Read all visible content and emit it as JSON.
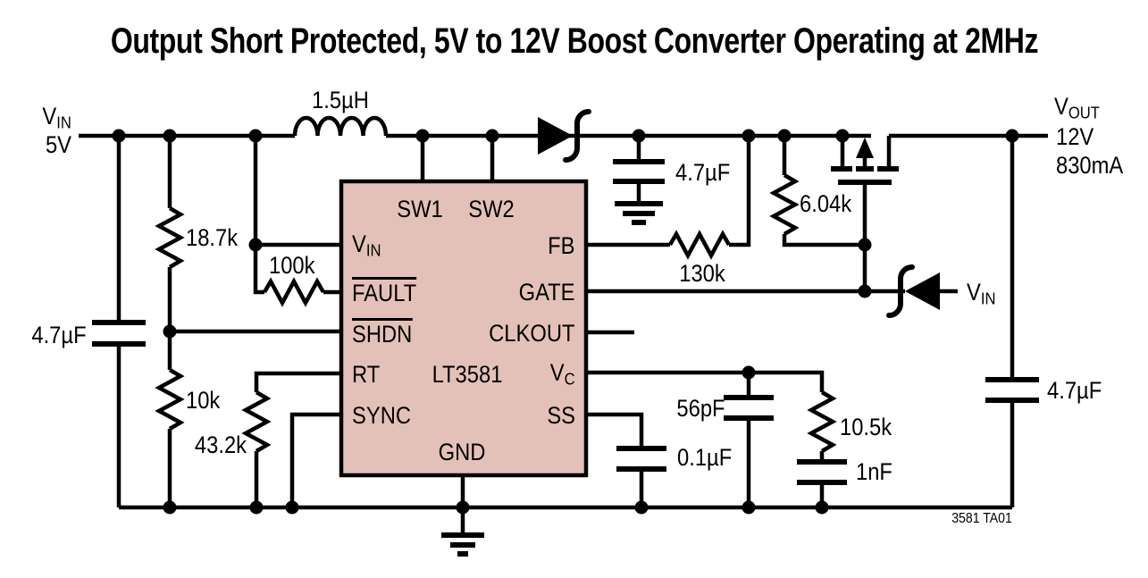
{
  "title": "Output Short Protected, 5V to 12V Boost Converter Operating at 2MHz",
  "colors": {
    "ic_fill": "#e4c1b8",
    "wire": "#000000"
  },
  "source": {
    "v_main": "V",
    "v_sub": "IN",
    "voltage": "5V"
  },
  "out": {
    "v_main": "V",
    "v_sub": "OUT",
    "voltage": "12V",
    "current": "830mA"
  },
  "comp": {
    "inductor": "1.5µH",
    "cin": "4.7µF",
    "r_in_top": "18.7k",
    "r_in_bot": "10k",
    "r_fault": "100k",
    "r_rt": "43.2k",
    "c_mid": "4.7µF",
    "r_fb": "130k",
    "r_gate": "6.04k",
    "gate_v_main": "V",
    "gate_v_sub": "IN",
    "c_vc": "56pF",
    "c_ss": "0.1µF",
    "r_vc": "10.5k",
    "c_vc2": "1nF",
    "cout": "4.7µF"
  },
  "ic": {
    "part": "LT3581",
    "pins": {
      "sw1": "SW1",
      "sw2": "SW2",
      "vin_main": "V",
      "vin_sub": "IN",
      "fault": "FAULT",
      "shdn": "SHDN",
      "rt": "RT",
      "sync": "SYNC",
      "gnd": "GND",
      "fb": "FB",
      "gate": "GATE",
      "clkout": "CLKOUT",
      "vc_main": "V",
      "vc_sub": "C",
      "ss": "SS"
    }
  },
  "fig": "3581 TA01"
}
